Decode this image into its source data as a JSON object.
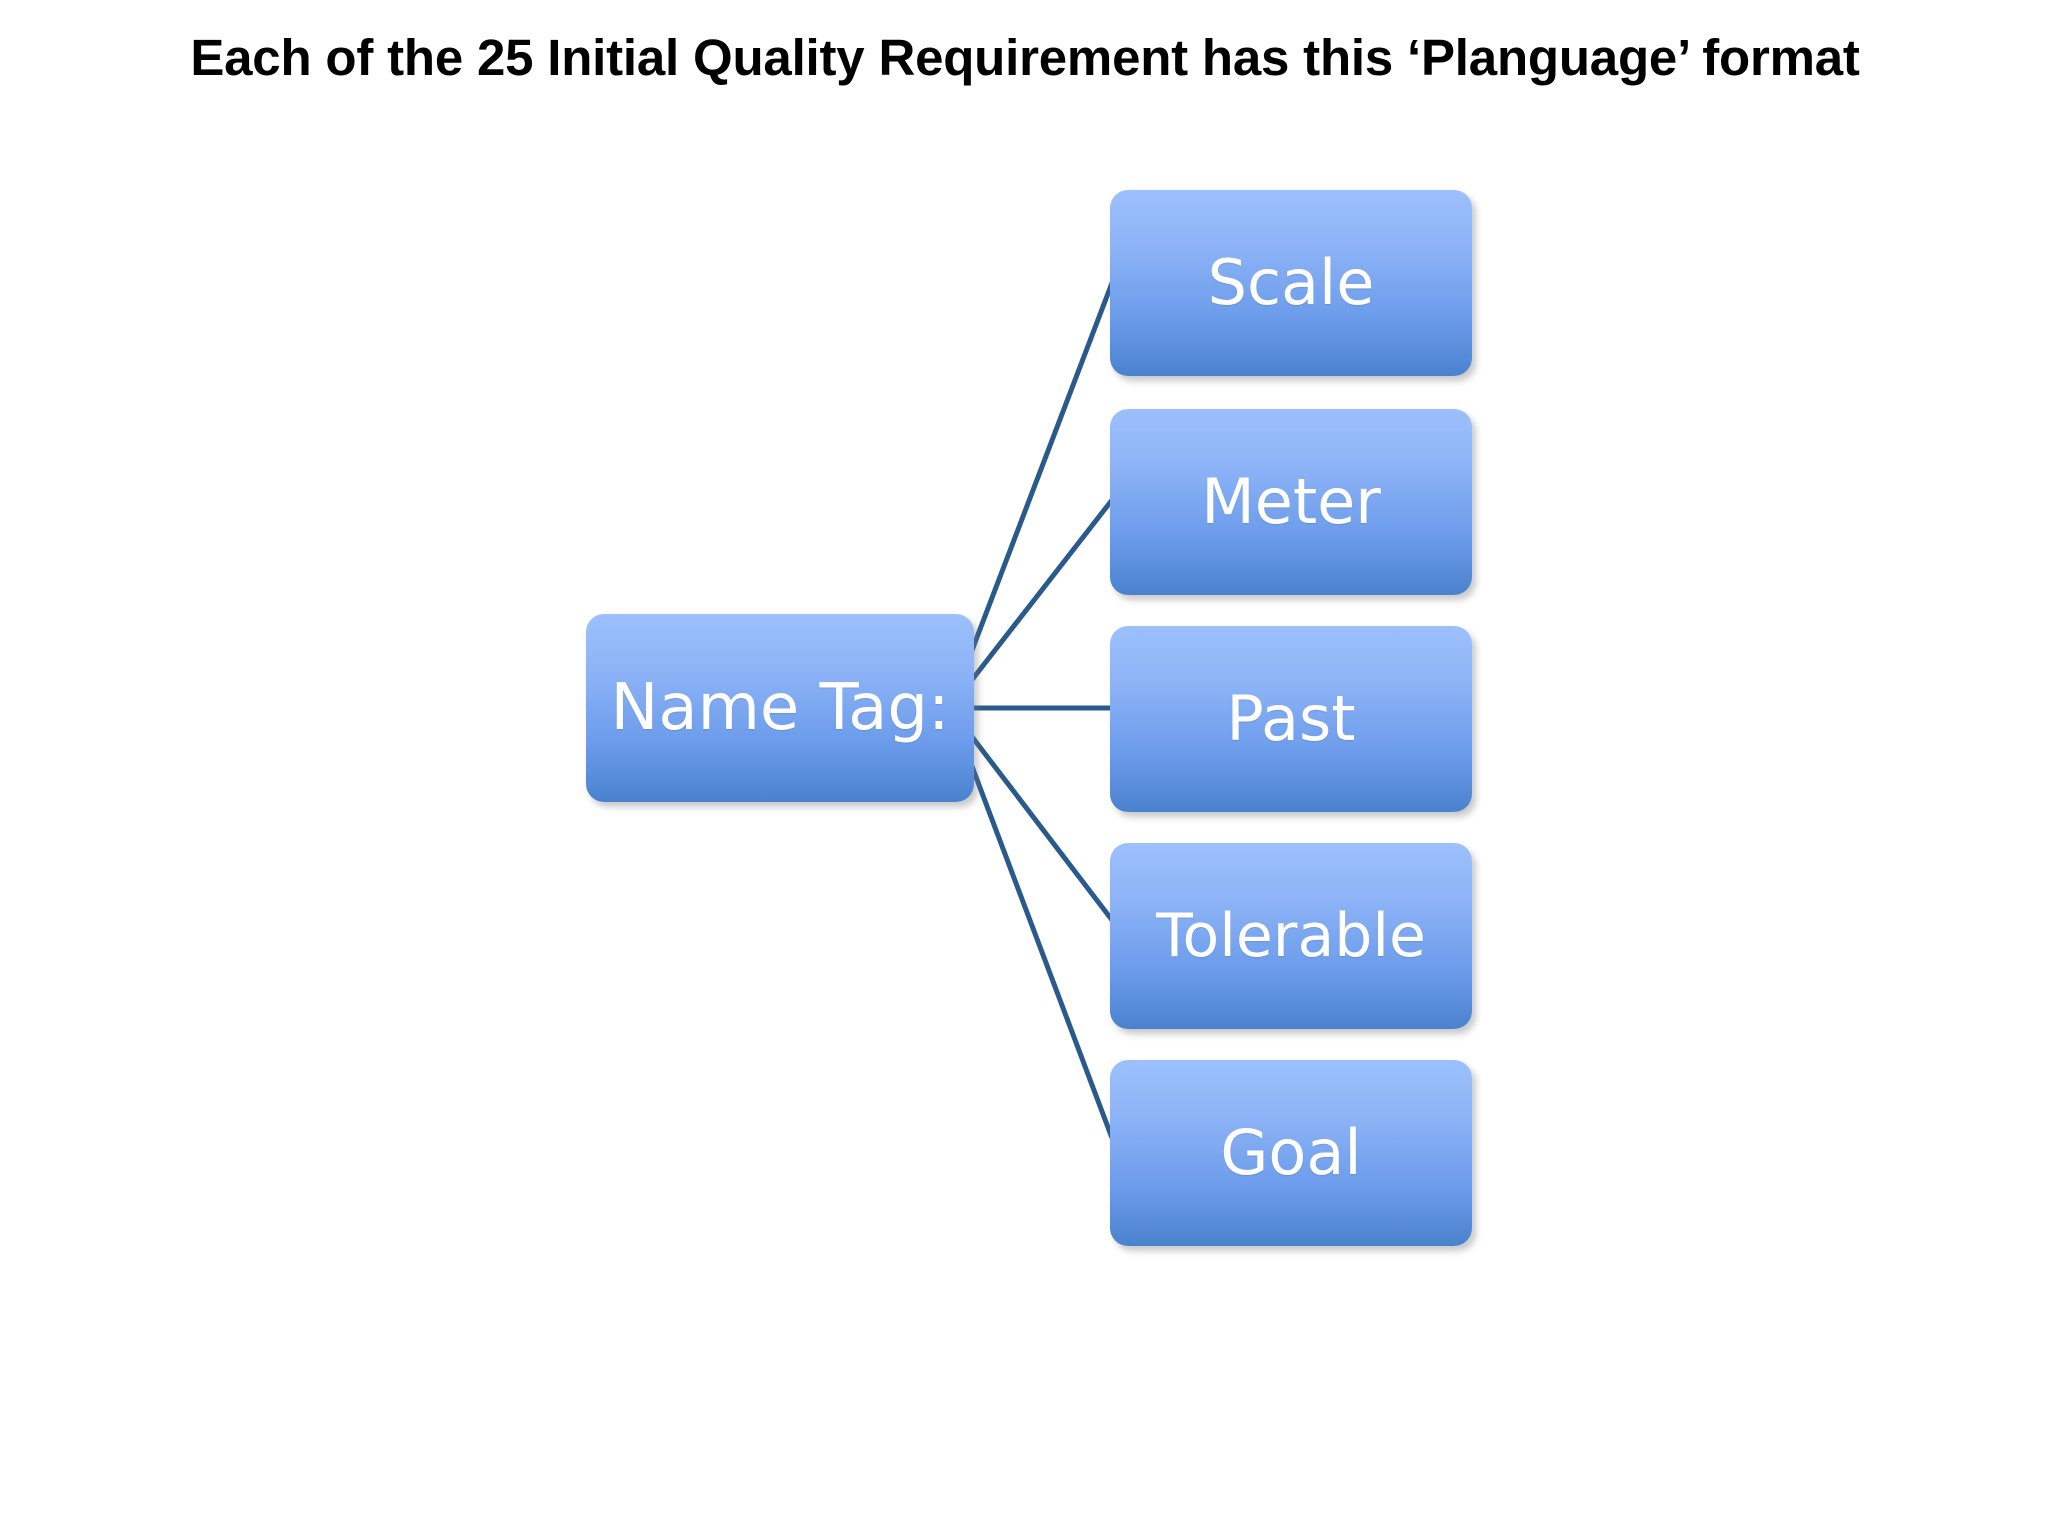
{
  "slide": {
    "background_color": "#ffffff",
    "title": "Each of the 25 Initial Quality Requirement has this ‘Planguage’ format"
  },
  "diagram": {
    "type": "radial-hierarchy",
    "accent_color": "#4a82ce",
    "node_gradient_top": "#9cc0fc",
    "node_gradient_bottom": "#4a82ce",
    "connector_color": "#2a5a8c",
    "text_color": "#ffffff",
    "root": {
      "label": "Name Tag:"
    },
    "branches": [
      {
        "label": "Scale"
      },
      {
        "label": "Meter"
      },
      {
        "label": "Past"
      },
      {
        "label": "Tolerable"
      },
      {
        "label": "Goal"
      }
    ]
  }
}
